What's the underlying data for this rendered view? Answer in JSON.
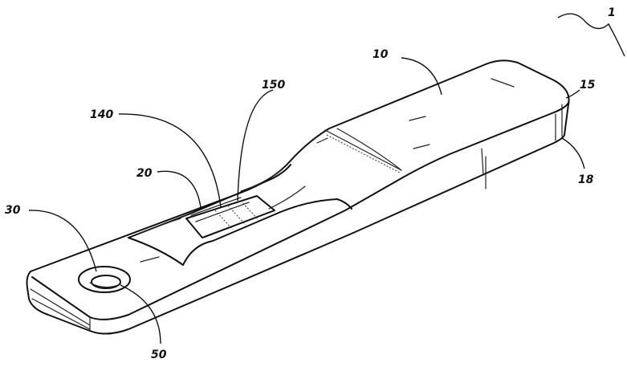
{
  "figure": {
    "labels": [
      {
        "key": "assembly",
        "text": "1"
      },
      {
        "key": "housing",
        "text": "10"
      },
      {
        "key": "end_face",
        "text": "15"
      },
      {
        "key": "base_edge",
        "text": "18"
      },
      {
        "key": "window",
        "text": "20"
      },
      {
        "key": "sample_port",
        "text": "30"
      },
      {
        "key": "well",
        "text": "50"
      },
      {
        "key": "strip",
        "text": "140"
      },
      {
        "key": "test_line",
        "text": "150"
      }
    ]
  }
}
